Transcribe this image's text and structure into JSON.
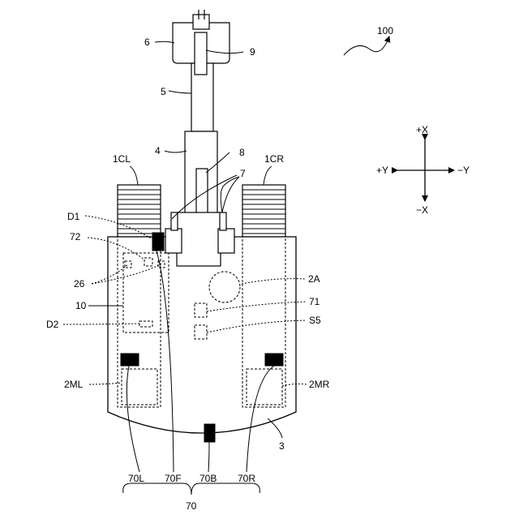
{
  "figure": {
    "ref": "100",
    "labels": {
      "l6": "6",
      "l9": "9",
      "l5": "5",
      "l4": "4",
      "l8": "8",
      "l7": "7",
      "l1CL": "1CL",
      "l1CR": "1CR",
      "lD1": "D1",
      "l72": "72",
      "l26": "26",
      "l10": "10",
      "lD2": "D2",
      "l2ML": "2ML",
      "l2A": "2A",
      "l71": "71",
      "lS5": "S5",
      "l2MR": "2MR",
      "l3": "3",
      "l70L": "70L",
      "l70F": "70F",
      "l70B": "70B",
      "l70R": "70R",
      "l70": "70"
    }
  },
  "axes": {
    "plus_x": "+X",
    "minus_x": "−X",
    "plus_y": "+Y",
    "minus_y": "−Y"
  }
}
